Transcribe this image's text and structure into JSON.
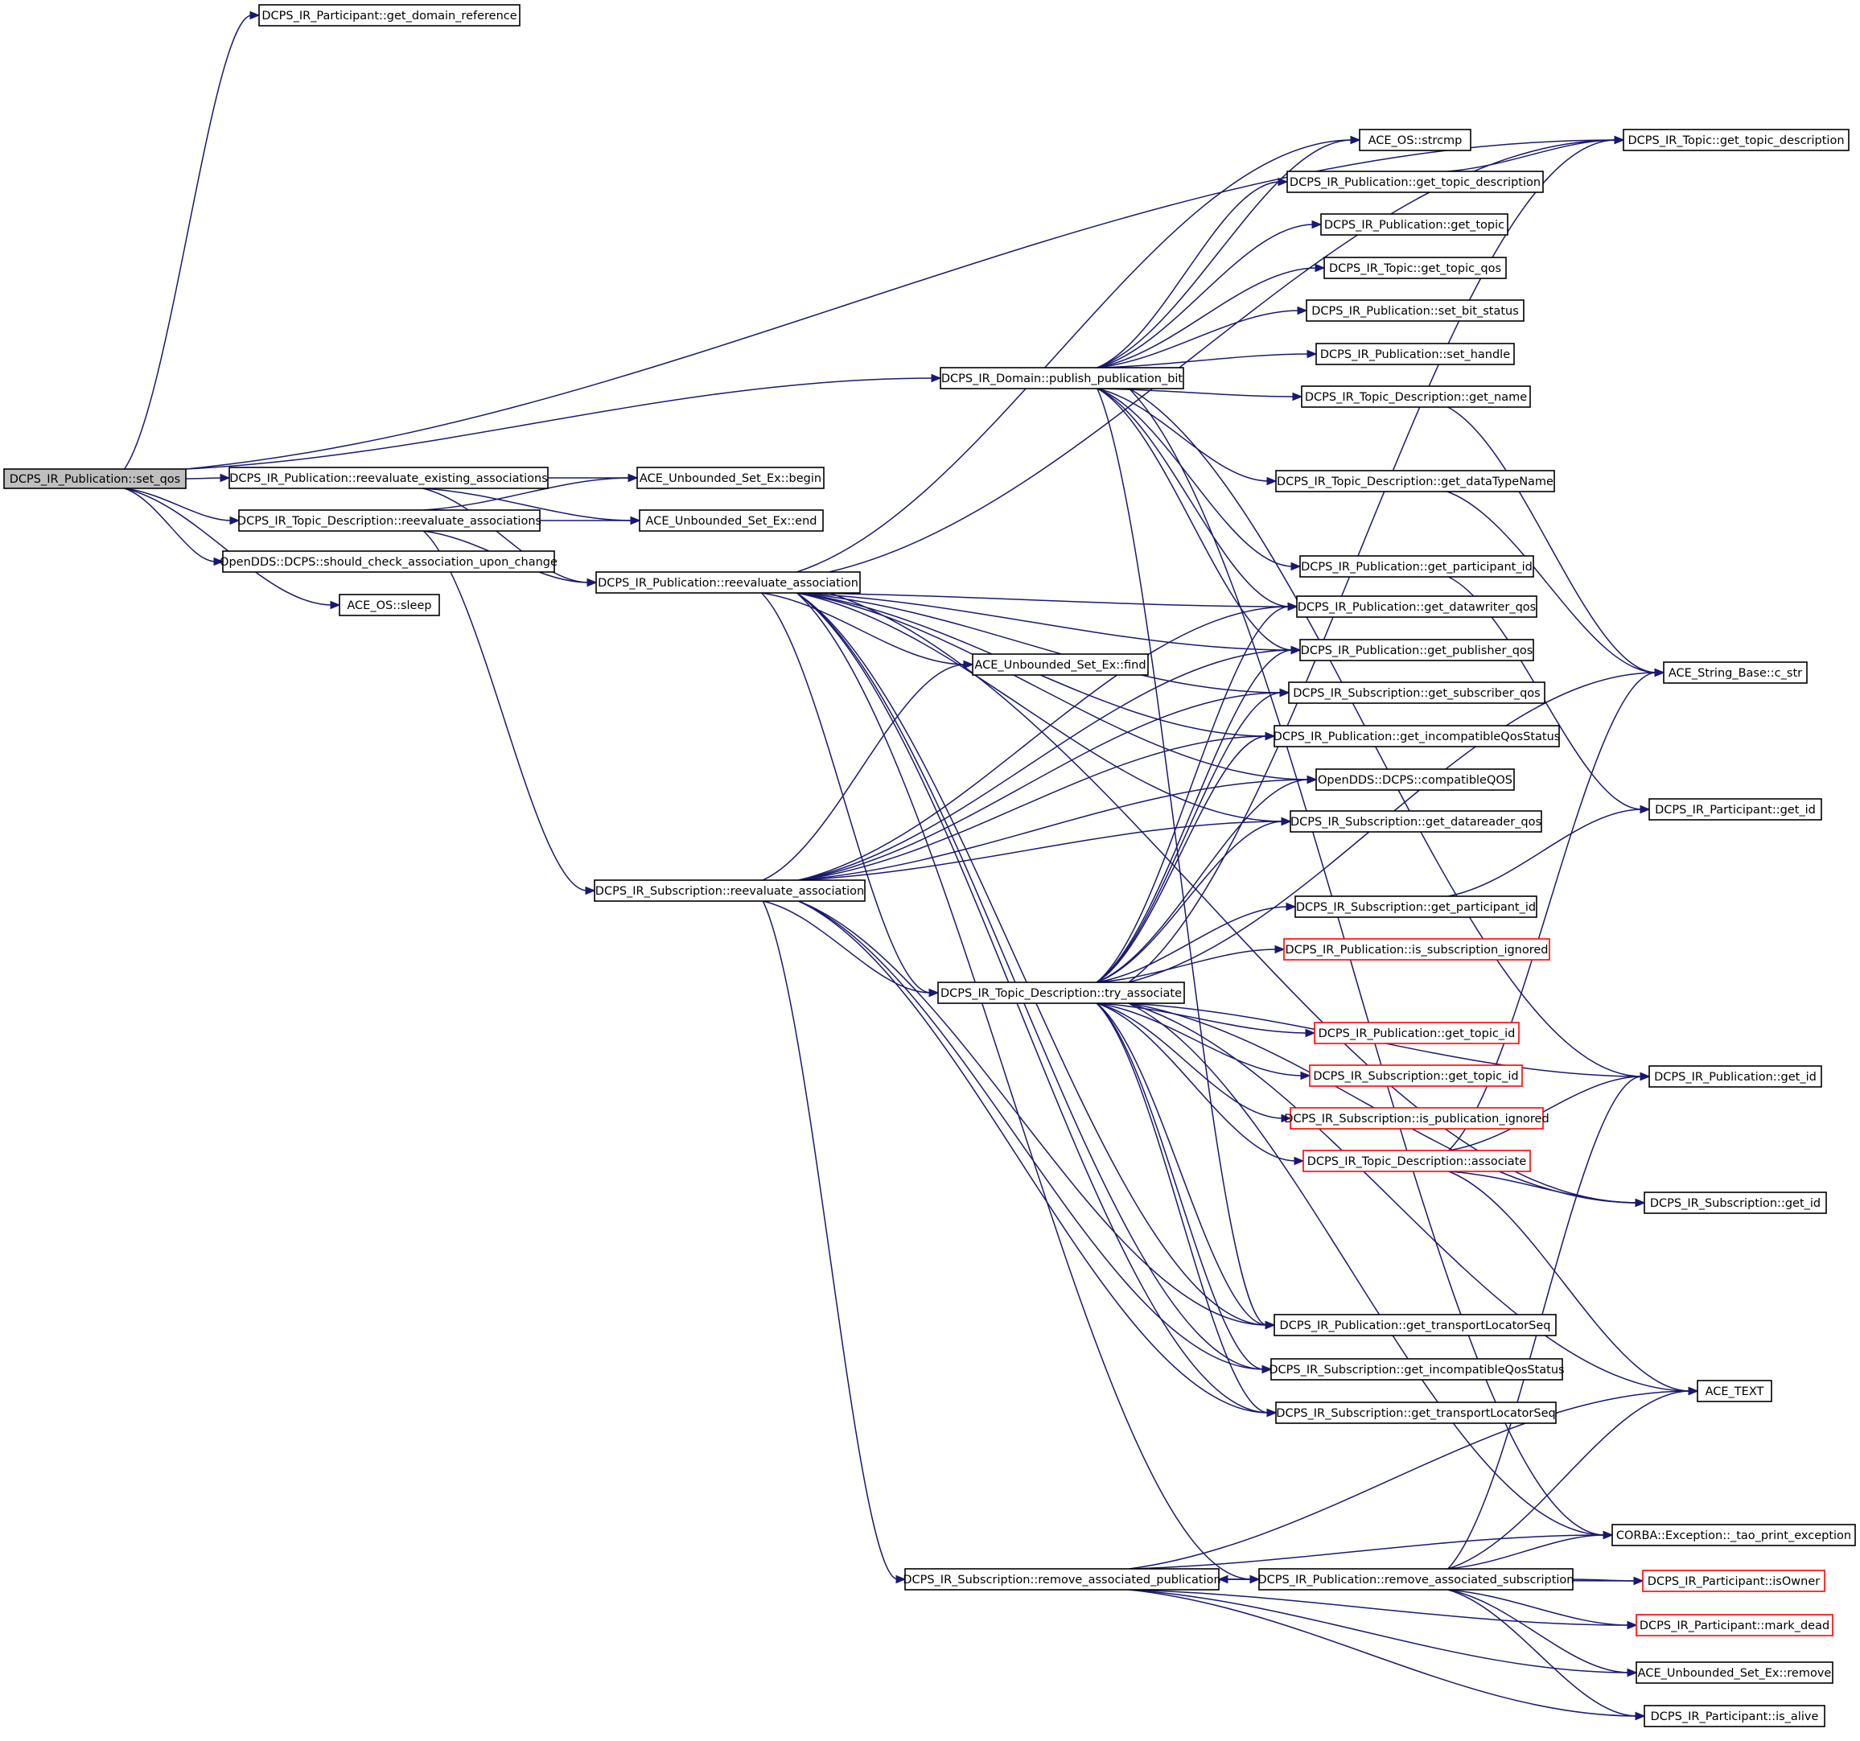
{
  "diagram": {
    "type": "call-graph",
    "colors": {
      "edge": "#191970",
      "root_fill": "#bfbfbf",
      "node_fill": "#ffffff",
      "node_border": "#000000",
      "red_border": "#ff0000"
    },
    "nodes": [
      {
        "id": "set_qos",
        "label": "DCPS_IR_Publication::set_qos",
        "style": "root"
      },
      {
        "id": "get_domain_reference",
        "label": "DCPS_IR_Participant::get_domain_reference"
      },
      {
        "id": "topic_get_topic_description",
        "label": "DCPS_IR_Topic::get_topic_description"
      },
      {
        "id": "strcmp",
        "label": "ACE_OS::strcmp"
      },
      {
        "id": "pub_get_topic_description",
        "label": "DCPS_IR_Publication::get_topic_description"
      },
      {
        "id": "pub_get_topic",
        "label": "DCPS_IR_Publication::get_topic"
      },
      {
        "id": "topic_get_topic_qos",
        "label": "DCPS_IR_Topic::get_topic_qos"
      },
      {
        "id": "set_bit_status",
        "label": "DCPS_IR_Publication::set_bit_status"
      },
      {
        "id": "set_handle",
        "label": "DCPS_IR_Publication::set_handle"
      },
      {
        "id": "publish_publication_bit",
        "label": "DCPS_IR_Domain::publish_publication_bit"
      },
      {
        "id": "td_get_name",
        "label": "DCPS_IR_Topic_Description::get_name"
      },
      {
        "id": "reevaluate_existing_associations",
        "label": "DCPS_IR_Publication::reevaluate_existing_associations"
      },
      {
        "id": "set_begin",
        "label": "ACE_Unbounded_Set_Ex::begin"
      },
      {
        "id": "td_get_dataTypeName",
        "label": "DCPS_IR_Topic_Description::get_dataTypeName"
      },
      {
        "id": "td_reevaluate_associations",
        "label": "DCPS_IR_Topic_Description::reevaluate_associations"
      },
      {
        "id": "set_end",
        "label": "ACE_Unbounded_Set_Ex::end"
      },
      {
        "id": "should_check",
        "label": "OpenDDS::DCPS::should_check_association_upon_change"
      },
      {
        "id": "pub_get_participant_id",
        "label": "DCPS_IR_Publication::get_participant_id"
      },
      {
        "id": "pub_reevaluate_association",
        "label": "DCPS_IR_Publication::reevaluate_association"
      },
      {
        "id": "sleep",
        "label": "ACE_OS::sleep"
      },
      {
        "id": "get_datawriter_qos",
        "label": "DCPS_IR_Publication::get_datawriter_qos"
      },
      {
        "id": "get_publisher_qos",
        "label": "DCPS_IR_Publication::get_publisher_qos"
      },
      {
        "id": "find",
        "label": "ACE_Unbounded_Set_Ex::find"
      },
      {
        "id": "c_str",
        "label": "ACE_String_Base::c_str"
      },
      {
        "id": "get_subscriber_qos",
        "label": "DCPS_IR_Subscription::get_subscriber_qos"
      },
      {
        "id": "pub_get_incompatibleQosStatus",
        "label": "DCPS_IR_Publication::get_incompatibleQosStatus"
      },
      {
        "id": "compatibleQOS",
        "label": "OpenDDS::DCPS::compatibleQOS"
      },
      {
        "id": "part_get_id",
        "label": "DCPS_IR_Participant::get_id"
      },
      {
        "id": "get_datareader_qos",
        "label": "DCPS_IR_Subscription::get_datareader_qos"
      },
      {
        "id": "sub_reevaluate_association",
        "label": "DCPS_IR_Subscription::reevaluate_association"
      },
      {
        "id": "sub_get_participant_id",
        "label": "DCPS_IR_Subscription::get_participant_id"
      },
      {
        "id": "is_subscription_ignored",
        "label": "DCPS_IR_Publication::is_subscription_ignored",
        "style": "red"
      },
      {
        "id": "try_associate",
        "label": "DCPS_IR_Topic_Description::try_associate"
      },
      {
        "id": "pub_get_topic_id",
        "label": "DCPS_IR_Publication::get_topic_id",
        "style": "red"
      },
      {
        "id": "pub_get_id",
        "label": "DCPS_IR_Publication::get_id"
      },
      {
        "id": "sub_get_topic_id",
        "label": "DCPS_IR_Subscription::get_topic_id",
        "style": "red"
      },
      {
        "id": "is_publication_ignored",
        "label": "DCPS_IR_Subscription::is_publication_ignored",
        "style": "red"
      },
      {
        "id": "td_associate",
        "label": "DCPS_IR_Topic_Description::associate",
        "style": "red"
      },
      {
        "id": "sub_get_id",
        "label": "DCPS_IR_Subscription::get_id"
      },
      {
        "id": "pub_get_transportLocatorSeq",
        "label": "DCPS_IR_Publication::get_transportLocatorSeq"
      },
      {
        "id": "sub_get_incompatibleQosStatus",
        "label": "DCPS_IR_Subscription::get_incompatibleQosStatus"
      },
      {
        "id": "ace_text",
        "label": "ACE_TEXT"
      },
      {
        "id": "sub_get_transportLocatorSeq",
        "label": "DCPS_IR_Subscription::get_transportLocatorSeq"
      },
      {
        "id": "tao_print_exception",
        "label": "CORBA::Exception::_tao_print_exception"
      },
      {
        "id": "remove_associated_publication",
        "label": "DCPS_IR_Subscription::remove_associated_publication"
      },
      {
        "id": "remove_associated_subscription",
        "label": "DCPS_IR_Publication::remove_associated_subscription"
      },
      {
        "id": "isOwner",
        "label": "DCPS_IR_Participant::isOwner",
        "style": "red"
      },
      {
        "id": "mark_dead",
        "label": "DCPS_IR_Participant::mark_dead",
        "style": "red"
      },
      {
        "id": "set_remove",
        "label": "ACE_Unbounded_Set_Ex::remove"
      },
      {
        "id": "is_alive",
        "label": "DCPS_IR_Participant::is_alive"
      }
    ],
    "edges": [
      [
        "set_qos",
        "get_domain_reference"
      ],
      [
        "set_qos",
        "topic_get_topic_description"
      ],
      [
        "set_qos",
        "publish_publication_bit"
      ],
      [
        "set_qos",
        "reevaluate_existing_associations"
      ],
      [
        "set_qos",
        "td_reevaluate_associations"
      ],
      [
        "set_qos",
        "should_check"
      ],
      [
        "set_qos",
        "sleep"
      ],
      [
        "reevaluate_existing_associations",
        "set_begin"
      ],
      [
        "reevaluate_existing_associations",
        "set_end"
      ],
      [
        "reevaluate_existing_associations",
        "pub_reevaluate_association"
      ],
      [
        "td_reevaluate_associations",
        "set_begin"
      ],
      [
        "td_reevaluate_associations",
        "set_end"
      ],
      [
        "td_reevaluate_associations",
        "pub_reevaluate_association"
      ],
      [
        "td_reevaluate_associations",
        "sub_reevaluate_association"
      ],
      [
        "publish_publication_bit",
        "strcmp"
      ],
      [
        "publish_publication_bit",
        "pub_get_topic_description"
      ],
      [
        "publish_publication_bit",
        "pub_get_topic"
      ],
      [
        "publish_publication_bit",
        "topic_get_topic_qos"
      ],
      [
        "publish_publication_bit",
        "set_bit_status"
      ],
      [
        "publish_publication_bit",
        "set_handle"
      ],
      [
        "publish_publication_bit",
        "td_get_name"
      ],
      [
        "publish_publication_bit",
        "td_get_dataTypeName"
      ],
      [
        "publish_publication_bit",
        "pub_get_participant_id"
      ],
      [
        "publish_publication_bit",
        "get_datawriter_qos"
      ],
      [
        "publish_publication_bit",
        "get_publisher_qos"
      ],
      [
        "publish_publication_bit",
        "pub_get_id"
      ],
      [
        "publish_publication_bit",
        "pub_get_transportLocatorSeq"
      ],
      [
        "publish_publication_bit",
        "tao_print_exception"
      ],
      [
        "pub_get_topic_description",
        "topic_get_topic_description"
      ],
      [
        "td_get_name",
        "c_str"
      ],
      [
        "td_get_dataTypeName",
        "c_str"
      ],
      [
        "pub_get_participant_id",
        "part_get_id"
      ],
      [
        "pub_reevaluate_association",
        "topic_get_topic_description"
      ],
      [
        "pub_reevaluate_association",
        "strcmp"
      ],
      [
        "pub_reevaluate_association",
        "find"
      ],
      [
        "pub_reevaluate_association",
        "get_datawriter_qos"
      ],
      [
        "pub_reevaluate_association",
        "get_publisher_qos"
      ],
      [
        "pub_reevaluate_association",
        "get_subscriber_qos"
      ],
      [
        "pub_reevaluate_association",
        "pub_get_incompatibleQosStatus"
      ],
      [
        "pub_reevaluate_association",
        "compatibleQOS"
      ],
      [
        "pub_reevaluate_association",
        "get_datareader_qos"
      ],
      [
        "pub_reevaluate_association",
        "try_associate"
      ],
      [
        "pub_reevaluate_association",
        "pub_get_transportLocatorSeq"
      ],
      [
        "pub_reevaluate_association",
        "sub_get_incompatibleQosStatus"
      ],
      [
        "pub_reevaluate_association",
        "sub_get_transportLocatorSeq"
      ],
      [
        "pub_reevaluate_association",
        "remove_associated_subscription"
      ],
      [
        "pub_reevaluate_association",
        "sub_get_id"
      ],
      [
        "sub_reevaluate_association",
        "find"
      ],
      [
        "sub_reevaluate_association",
        "get_datawriter_qos"
      ],
      [
        "sub_reevaluate_association",
        "get_publisher_qos"
      ],
      [
        "sub_reevaluate_association",
        "get_subscriber_qos"
      ],
      [
        "sub_reevaluate_association",
        "pub_get_incompatibleQosStatus"
      ],
      [
        "sub_reevaluate_association",
        "compatibleQOS"
      ],
      [
        "sub_reevaluate_association",
        "get_datareader_qos"
      ],
      [
        "sub_reevaluate_association",
        "try_associate"
      ],
      [
        "sub_reevaluate_association",
        "pub_get_transportLocatorSeq"
      ],
      [
        "sub_reevaluate_association",
        "sub_get_incompatibleQosStatus"
      ],
      [
        "sub_reevaluate_association",
        "sub_get_transportLocatorSeq"
      ],
      [
        "sub_reevaluate_association",
        "remove_associated_publication"
      ],
      [
        "try_associate",
        "topic_get_topic_description"
      ],
      [
        "try_associate",
        "get_datawriter_qos"
      ],
      [
        "try_associate",
        "get_publisher_qos"
      ],
      [
        "try_associate",
        "get_subscriber_qos"
      ],
      [
        "try_associate",
        "pub_get_incompatibleQosStatus"
      ],
      [
        "try_associate",
        "compatibleQOS"
      ],
      [
        "try_associate",
        "get_datareader_qos"
      ],
      [
        "try_associate",
        "sub_get_participant_id"
      ],
      [
        "try_associate",
        "is_subscription_ignored"
      ],
      [
        "try_associate",
        "pub_get_topic_id"
      ],
      [
        "try_associate",
        "sub_get_topic_id"
      ],
      [
        "try_associate",
        "is_publication_ignored"
      ],
      [
        "try_associate",
        "td_associate"
      ],
      [
        "try_associate",
        "pub_get_id"
      ],
      [
        "try_associate",
        "sub_get_id"
      ],
      [
        "try_associate",
        "c_str"
      ],
      [
        "try_associate",
        "pub_get_transportLocatorSeq"
      ],
      [
        "try_associate",
        "sub_get_incompatibleQosStatus"
      ],
      [
        "try_associate",
        "sub_get_transportLocatorSeq"
      ],
      [
        "try_associate",
        "ace_text"
      ],
      [
        "try_associate",
        "tao_print_exception"
      ],
      [
        "sub_get_participant_id",
        "part_get_id"
      ],
      [
        "td_associate",
        "pub_get_id"
      ],
      [
        "td_associate",
        "sub_get_id"
      ],
      [
        "td_associate",
        "c_str"
      ],
      [
        "td_associate",
        "ace_text"
      ],
      [
        "remove_associated_publication",
        "remove_associated_subscription"
      ],
      [
        "remove_associated_publication",
        "ace_text"
      ],
      [
        "remove_associated_publication",
        "tao_print_exception"
      ],
      [
        "remove_associated_publication",
        "isOwner"
      ],
      [
        "remove_associated_publication",
        "mark_dead"
      ],
      [
        "remove_associated_publication",
        "set_remove"
      ],
      [
        "remove_associated_publication",
        "is_alive"
      ],
      [
        "remove_associated_subscription",
        "remove_associated_publication"
      ],
      [
        "remove_associated_subscription",
        "pub_get_id"
      ],
      [
        "remove_associated_subscription",
        "ace_text"
      ],
      [
        "remove_associated_subscription",
        "tao_print_exception"
      ],
      [
        "remove_associated_subscription",
        "isOwner"
      ],
      [
        "remove_associated_subscription",
        "mark_dead"
      ],
      [
        "remove_associated_subscription",
        "set_remove"
      ],
      [
        "remove_associated_subscription",
        "is_alive"
      ]
    ]
  }
}
